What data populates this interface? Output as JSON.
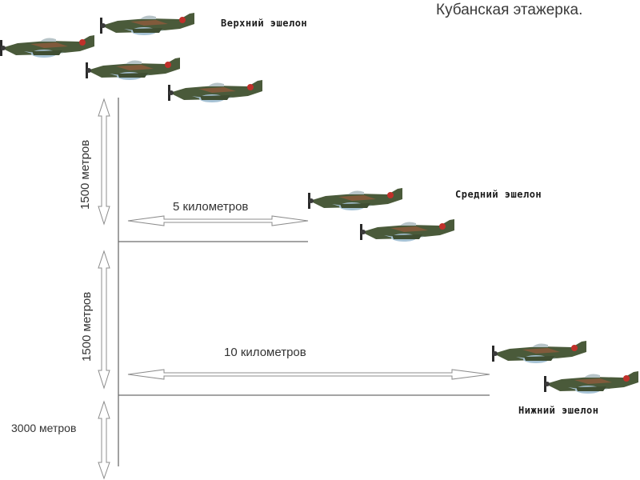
{
  "title": "Кубанская этажерка.",
  "echelons": {
    "upper": "Верхний  эшелон",
    "middle": "Средний  эшелон",
    "lower": "Нижний  эшелон"
  },
  "distances": {
    "horizontal_upper": "5 километров",
    "horizontal_lower": "10 километров",
    "vertical_upper": "1500 метров",
    "vertical_middle": "1500 метров",
    "vertical_lower": "3000 метров"
  },
  "colors": {
    "line": "#6e6e6e",
    "arrow_fill": "#ffffff",
    "arrow_stroke": "#8c8c8c",
    "plane_upper": "#4a5a3a",
    "plane_lower": "#a7c3d6",
    "plane_stripe": "#8b5a3c",
    "star": "#c0302a",
    "propeller": "#2b2b2b"
  },
  "aircraft_icon": "fighter-plane-icon"
}
